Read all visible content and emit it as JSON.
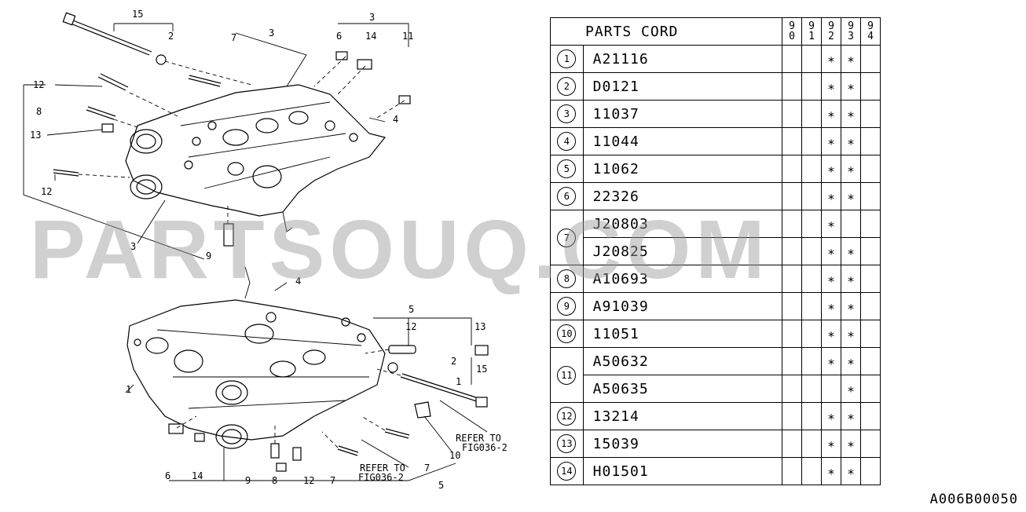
{
  "diagram": {
    "labels_top": [
      "15",
      "2",
      "3",
      "7",
      "3",
      "6",
      "14",
      "11",
      "12",
      "8",
      "13",
      "4",
      "12",
      "3",
      "9"
    ],
    "labels_bottom": [
      "4",
      "5",
      "12",
      "13",
      "2",
      "15",
      "1",
      "1",
      "10",
      "6",
      "14",
      "9",
      "8",
      "12",
      "7",
      "7",
      "5"
    ],
    "refer_right": "REFER TO\nFIG036-2",
    "refer_bottom": "REFER TO\nFIG036-2",
    "refer_right_l1": "REFER TO",
    "refer_right_l2": "FIG036-2",
    "refer_bottom_l1": "REFER TO",
    "refer_bottom_l2": "FIG036-2"
  },
  "table": {
    "header": "PARTS CORD",
    "years": [
      [
        "9",
        "0"
      ],
      [
        "9",
        "1"
      ],
      [
        "9",
        "2"
      ],
      [
        "9",
        "3"
      ],
      [
        "9",
        "4"
      ]
    ],
    "mark": "∗",
    "rows": [
      {
        "num": "1",
        "codes": [
          {
            "code": "A21116",
            "marks": [
              false,
              false,
              true,
              true,
              false
            ]
          }
        ]
      },
      {
        "num": "2",
        "codes": [
          {
            "code": "D0121",
            "marks": [
              false,
              false,
              true,
              true,
              false
            ]
          }
        ]
      },
      {
        "num": "3",
        "codes": [
          {
            "code": "11037",
            "marks": [
              false,
              false,
              true,
              true,
              false
            ]
          }
        ]
      },
      {
        "num": "4",
        "codes": [
          {
            "code": "11044",
            "marks": [
              false,
              false,
              true,
              true,
              false
            ]
          }
        ]
      },
      {
        "num": "5",
        "codes": [
          {
            "code": "11062",
            "marks": [
              false,
              false,
              true,
              true,
              false
            ]
          }
        ]
      },
      {
        "num": "6",
        "codes": [
          {
            "code": "22326",
            "marks": [
              false,
              false,
              true,
              true,
              false
            ]
          }
        ]
      },
      {
        "num": "7",
        "codes": [
          {
            "code": "J20803",
            "marks": [
              false,
              false,
              true,
              false,
              false
            ]
          },
          {
            "code": "J20825",
            "marks": [
              false,
              false,
              true,
              true,
              false
            ]
          }
        ]
      },
      {
        "num": "8",
        "codes": [
          {
            "code": "A10693",
            "marks": [
              false,
              false,
              true,
              true,
              false
            ]
          }
        ]
      },
      {
        "num": "9",
        "codes": [
          {
            "code": "A91039",
            "marks": [
              false,
              false,
              true,
              true,
              false
            ]
          }
        ]
      },
      {
        "num": "10",
        "codes": [
          {
            "code": "11051",
            "marks": [
              false,
              false,
              true,
              true,
              false
            ]
          }
        ]
      },
      {
        "num": "11",
        "codes": [
          {
            "code": "A50632",
            "marks": [
              false,
              false,
              true,
              true,
              false
            ]
          },
          {
            "code": "A50635",
            "marks": [
              false,
              false,
              false,
              true,
              false
            ]
          }
        ]
      },
      {
        "num": "12",
        "codes": [
          {
            "code": "13214",
            "marks": [
              false,
              false,
              true,
              true,
              false
            ]
          }
        ]
      },
      {
        "num": "13",
        "codes": [
          {
            "code": "15039",
            "marks": [
              false,
              false,
              true,
              true,
              false
            ]
          }
        ]
      },
      {
        "num": "14",
        "codes": [
          {
            "code": "H01501",
            "marks": [
              false,
              false,
              true,
              true,
              false
            ]
          }
        ]
      }
    ]
  },
  "watermark": "PARTSOUQ.COM",
  "diagram_code": "A006B00050"
}
